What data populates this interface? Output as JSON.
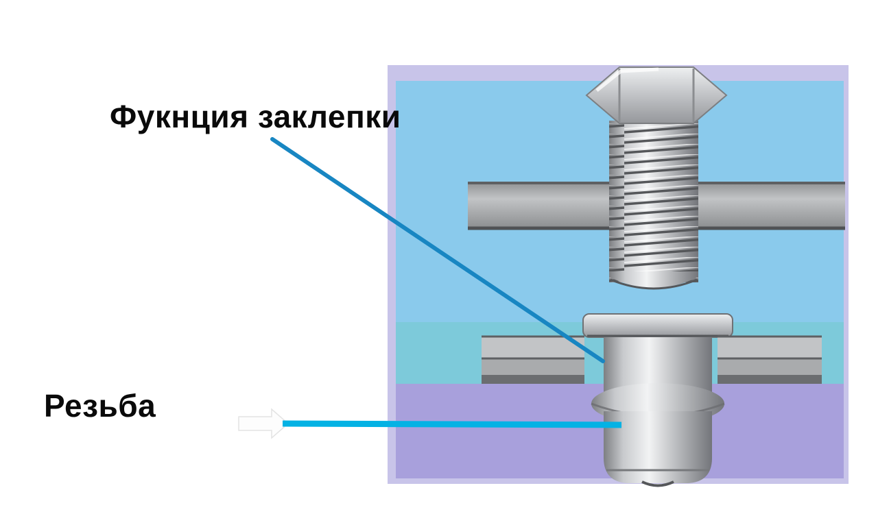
{
  "page": {
    "background": "#ffffff",
    "type": "technical-diagram",
    "subject": "rivet-nut-vs-bolt-assembly"
  },
  "labels": {
    "rivet_function": "Фукнция заклепки",
    "thread": "Резьба"
  },
  "colors": {
    "text": "#0a0a0a",
    "panel_lavender": "#c8c4e9",
    "panel_blue": "#8acaec",
    "panel_teal": "#74c9cf",
    "panel_purple": "#a8a0dc",
    "callout_diagonal": "#1886c2",
    "callout_horizontal": "#04b2e4",
    "plate_edge": "#5e6063"
  },
  "parts": {
    "bolt": "hex-bolt-with-threaded-shaft",
    "upper_plates": "clamped-gray-plates-upper",
    "rivet_nut": "rivet-nut-insert",
    "lower_plates": "clamped-gray-plates-lower"
  }
}
